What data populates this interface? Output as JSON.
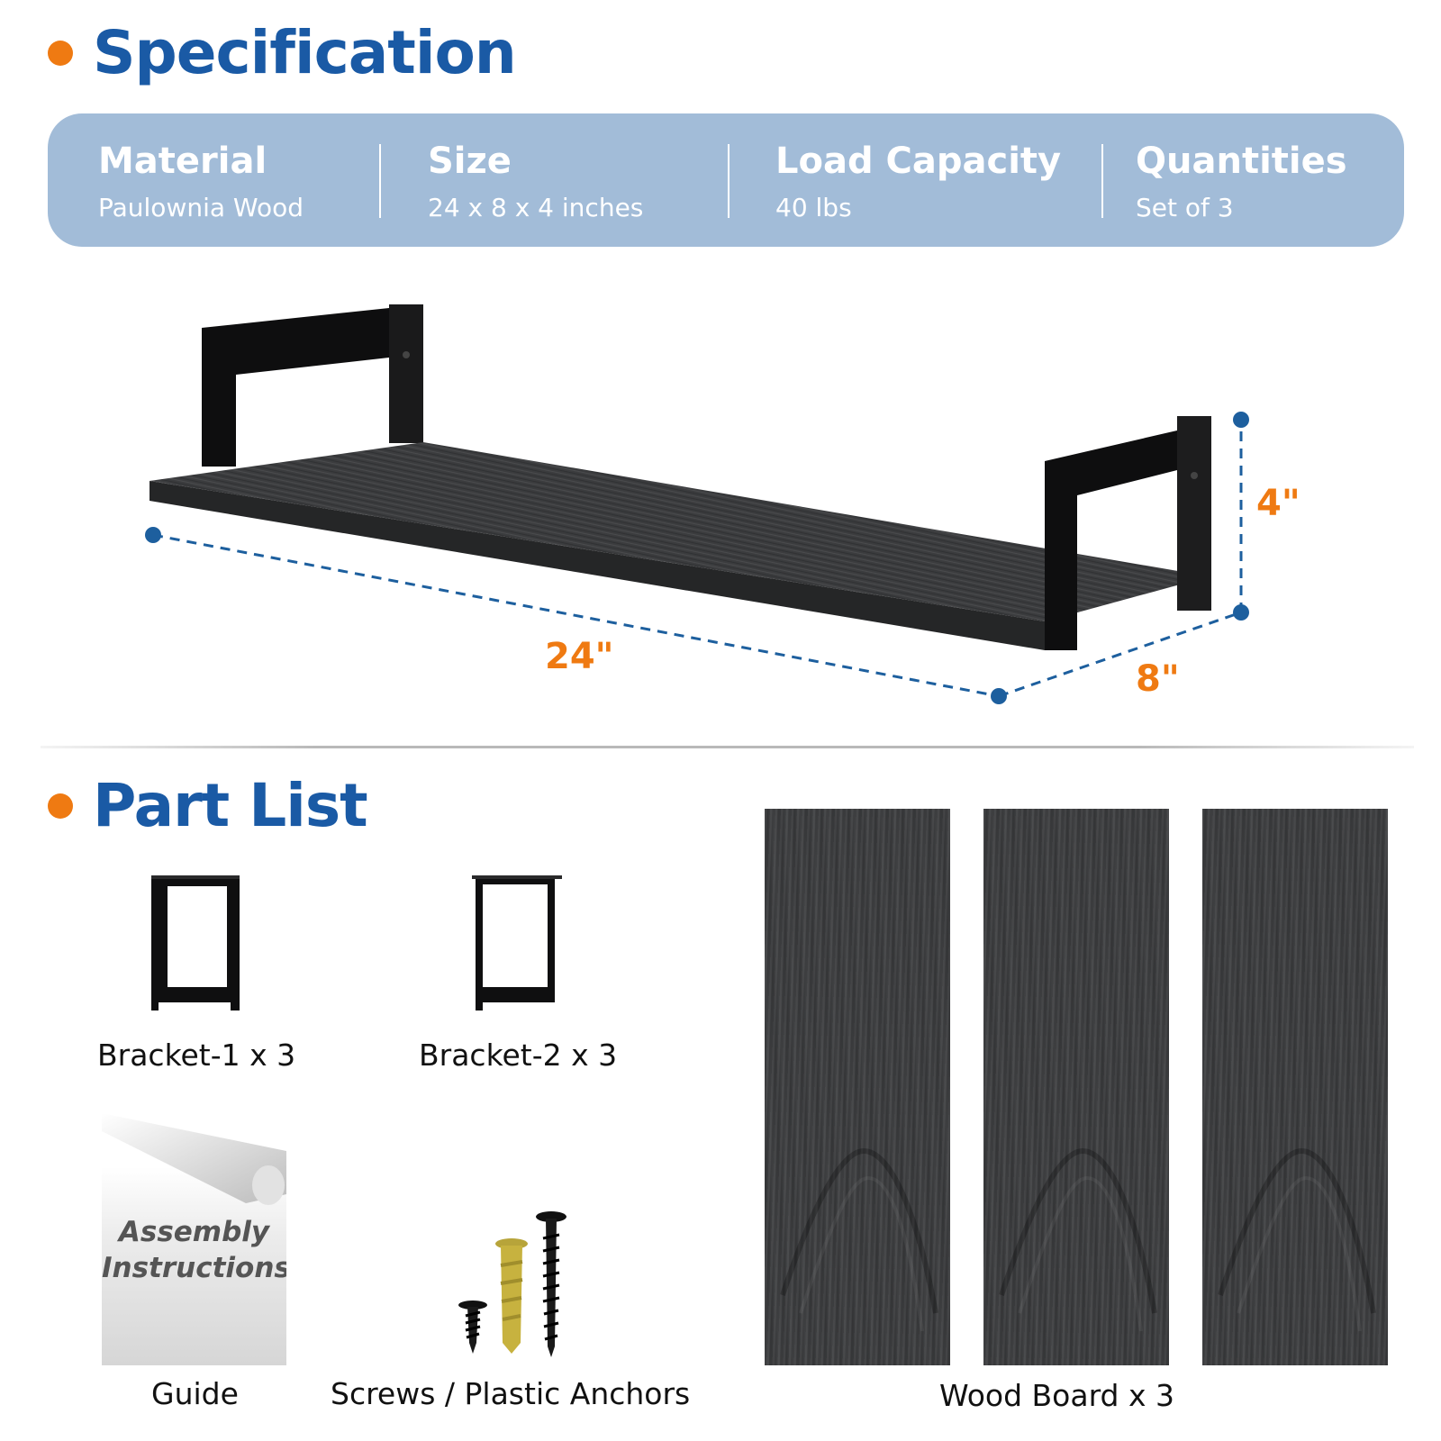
{
  "spec_section": {
    "title": "Specification",
    "items": [
      {
        "label": "Material",
        "value": "Paulownia Wood"
      },
      {
        "label": "Size",
        "value": "24 x 8 x 4 inches"
      },
      {
        "label": "Load Capacity",
        "value": "40 lbs"
      },
      {
        "label": "Quantities",
        "value": "Set of  3"
      }
    ]
  },
  "dimensions": {
    "length": "24\"",
    "depth": "8\"",
    "height": "4\""
  },
  "parts_section": {
    "title": "Part List",
    "bracket1": "Bracket-1 x 3",
    "bracket2": "Bracket-2 x 3",
    "guide_cover_line1": "Assembly",
    "guide_cover_line2": "Instructions",
    "guide": "Guide",
    "screws": "Screws / Plastic Anchors",
    "boards": "Wood Board x 3"
  },
  "colors": {
    "accent_orange": "#ef7a12",
    "title_blue": "#1a5aa5",
    "spec_bar": "#a2bcd8",
    "dashed_blue": "#1d5f9e"
  }
}
